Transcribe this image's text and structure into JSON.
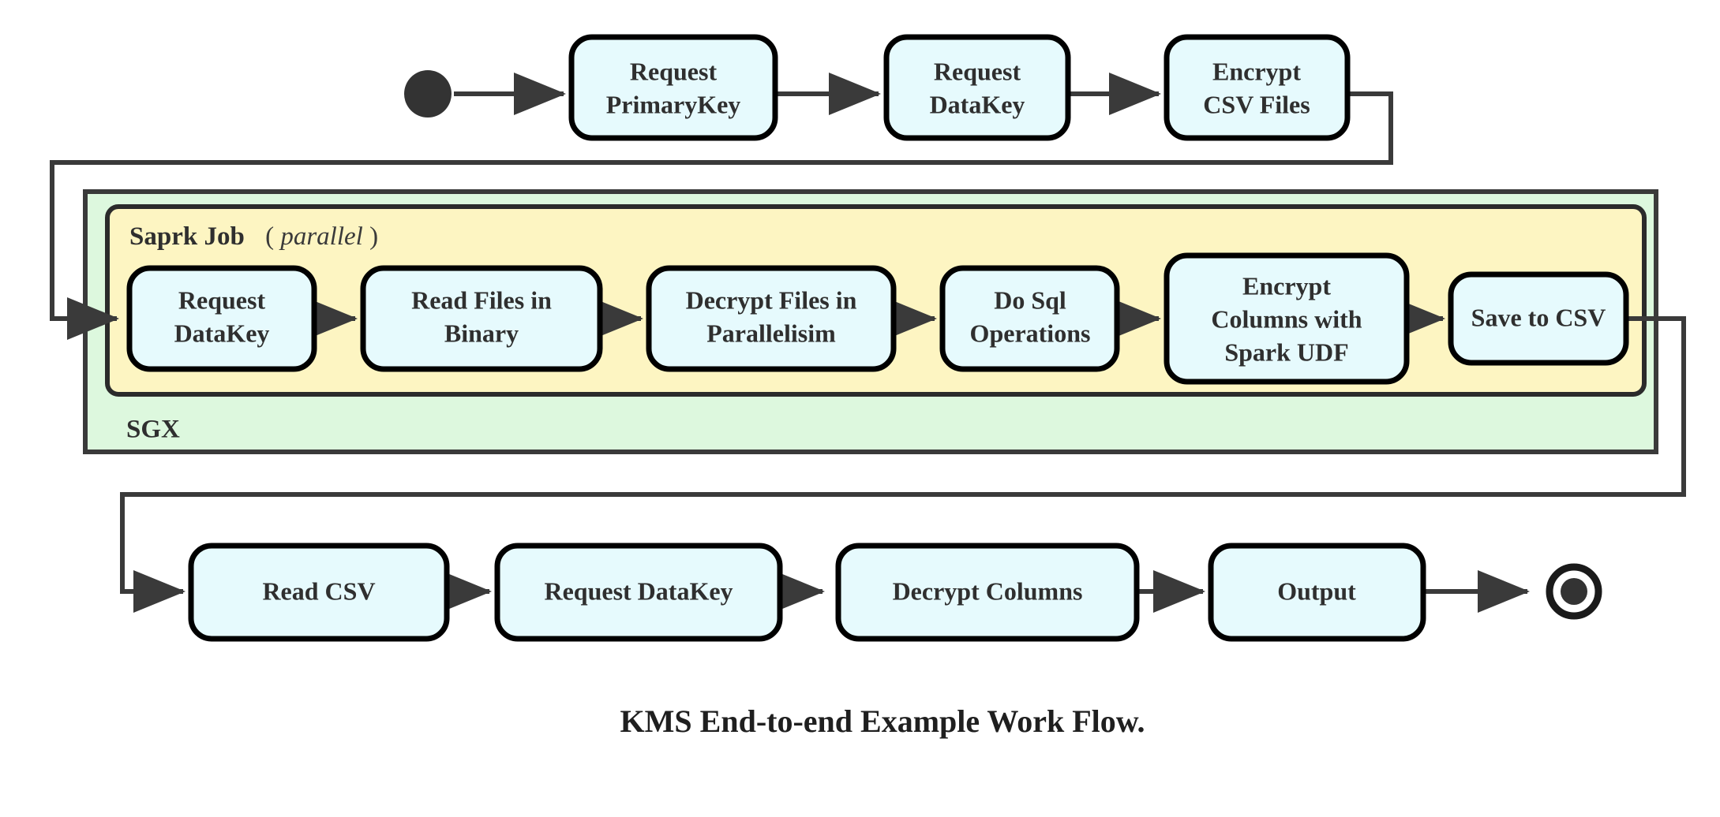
{
  "diagram": {
    "title": "KMS End-to-end Example Work Flow.",
    "type": "uml-activity-diagram",
    "colors": {
      "node_fill": "#e6fafd",
      "node_stroke": "#000000",
      "sgx_fill": "#ddf8de",
      "spark_fill": "#fdf5c2",
      "edge": "#3a3a3a",
      "text": "#2f2f2f",
      "background": "#ffffff"
    },
    "groups": {
      "sgx": {
        "label": "SGX"
      },
      "spark": {
        "label": "Saprk Job",
        "note_open": "(",
        "note": "parallel",
        "note_close": ")"
      }
    },
    "nodes": {
      "start": {
        "kind": "initial-state"
      },
      "row_top": [
        {
          "id": "request-primarykey",
          "line1": "Request",
          "line2": "PrimaryKey"
        },
        {
          "id": "request-datakey-top",
          "line1": "Request",
          "line2": "DataKey"
        },
        {
          "id": "encrypt-csv-files",
          "line1": "Encrypt",
          "line2": "CSV Files"
        }
      ],
      "row_spark": [
        {
          "id": "request-datakey-spark",
          "line1": "Request",
          "line2": "DataKey"
        },
        {
          "id": "read-files-in-binary",
          "line1": "Read Files in",
          "line2": "Binary"
        },
        {
          "id": "decrypt-files-in-parallelisim",
          "line1": "Decrypt Files in",
          "line2": "Parallelisim"
        },
        {
          "id": "do-sql-operations",
          "line1": "Do Sql",
          "line2": "Operations"
        },
        {
          "id": "encrypt-columns-with-spark-udf",
          "line1": "Encrypt",
          "line2": "Columns with",
          "line3": "Spark UDF"
        },
        {
          "id": "save-to-csv",
          "line1": "Save to CSV"
        }
      ],
      "row_bottom": [
        {
          "id": "read-csv",
          "line1": "Read CSV"
        },
        {
          "id": "request-datakey-bottom",
          "line1": "Request DataKey"
        },
        {
          "id": "decrypt-columns",
          "line1": "Decrypt Columns"
        },
        {
          "id": "output",
          "line1": "Output"
        }
      ],
      "end": {
        "kind": "final-state"
      }
    }
  }
}
